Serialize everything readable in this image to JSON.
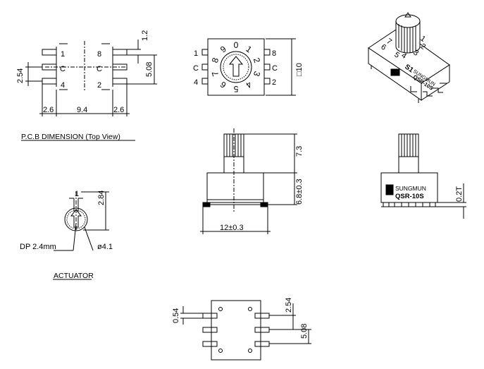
{
  "pcb": {
    "caption": "P.C.B DIMENSION (Top View)",
    "pin_1": "1",
    "pin_8": "8",
    "pin_c_left": "C",
    "pin_c_right": "C",
    "pin_4": "4",
    "pin_2": "2",
    "dim_pitch": "2.54",
    "dim_pad_height": "1.2",
    "dim_row_span": "5.08",
    "dim_left": "2.6",
    "dim_center": "9.4",
    "dim_right": "2.6"
  },
  "top_view": {
    "pin_1": "1",
    "pin_c_left": "C",
    "pin_4": "4",
    "pin_8": "8",
    "pin_c_right": "C",
    "pin_2": "2",
    "dim_square": "□10",
    "dial": [
      "0",
      "1",
      "2",
      "3",
      "4",
      "5",
      "6",
      "7",
      "8",
      "9"
    ]
  },
  "iso_view": {
    "brand": "SUNGMUN",
    "model": "QSR-10S",
    "logo": "S1",
    "digits": [
      "7",
      "6",
      "5",
      "4",
      "3",
      "2",
      "1"
    ]
  },
  "actuator": {
    "caption": "ACTUATOR",
    "dim_width": "1",
    "dim_height": "2.84",
    "dim_depth": "DP 2.4mm",
    "dim_diameter": "ø4.1"
  },
  "front_view": {
    "dim_shaft": "7.3",
    "dim_body": "6.8±0.3",
    "dim_width": "12±0.3"
  },
  "side_view": {
    "brand": "SUNGMUN",
    "model": "QSR-10S",
    "dim_standoff": "0.2T"
  },
  "bottom_view": {
    "dim_pad_width": "0.54",
    "dim_pitch": "2.54",
    "dim_row_span": "5.08"
  }
}
